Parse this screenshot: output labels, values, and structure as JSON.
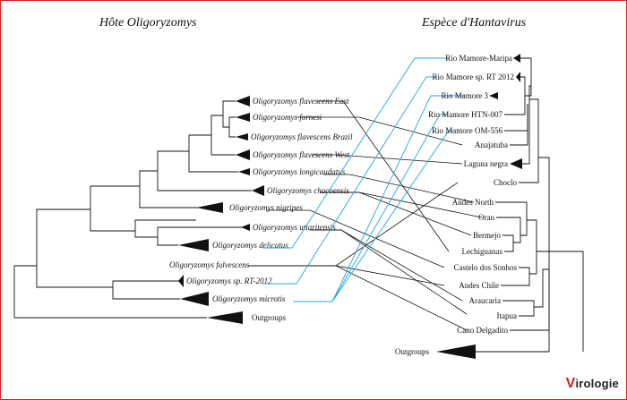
{
  "titles": {
    "host": "Hôte Oligoryzomys",
    "virus": "Espèce d'Hantavirus"
  },
  "host_tree": {
    "leaves": [
      "Oligoryzomys flavescens East",
      "Oligoryzomys fornesi",
      "Oligoryzomys flavescens Brazil",
      "Oligoryzomys flavescens West",
      "Oligoryzomys longicaudatus",
      "Oligoryzomys chacoensis",
      "Oligoryzomys nigripes",
      "Oligoryzomys utiaritensis",
      "Oligoryzomys delicatus",
      "Oligoryzomys fulvescens",
      "Oligoryzomys sp. RT-2012",
      "Oligoryzomys microtis"
    ],
    "outgroup": "Outgroups"
  },
  "virus_tree": {
    "leaves": [
      "Rio Mamore-Maripa",
      "Rio Mamore sp. RT 2012",
      "Rio Mamore 3",
      "Rio Mamore HTN-007",
      "Rio Mamore OM-556",
      "Anajatuba",
      "Laguna negra",
      "Choclo",
      "Andes North",
      "Oran",
      "Bermejo",
      "Lechiguanas",
      "Castelo dos Sonhos",
      "Andes Chile",
      "Araucaria",
      "Itapua",
      "Cano Delgadito"
    ],
    "outgroup": "Outgroups"
  },
  "associations": [
    {
      "host": "Oligoryzomys flavescens East",
      "virus": "Lechiguanas",
      "color": "#111111"
    },
    {
      "host": "Oligoryzomys fornesi",
      "virus": "Anajatuba",
      "color": "#111111"
    },
    {
      "host": "Oligoryzomys flavescens West",
      "virus": "Laguna negra",
      "color": "#111111"
    },
    {
      "host": "Oligoryzomys longicaudatus",
      "virus": "Andes North",
      "color": "#111111"
    },
    {
      "host": "Oligoryzomys chacoensis",
      "virus": "Oran",
      "color": "#111111"
    },
    {
      "host": "Oligoryzomys chacoensis",
      "virus": "Bermejo",
      "color": "#111111"
    },
    {
      "host": "Oligoryzomys nigripes",
      "virus": "Castelo dos Sonhos",
      "color": "#111111"
    },
    {
      "host": "Oligoryzomys utiaritensis",
      "virus": "Itapua",
      "color": "#111111"
    },
    {
      "host": "Oligoryzomys utiaritensis",
      "virus": "Araucaria",
      "color": "#111111"
    },
    {
      "host": "Oligoryzomys delicatus",
      "virus": "Rio Mamore-Maripa",
      "color": "#2aa6d8"
    },
    {
      "host": "Oligoryzomys fulvescens",
      "virus": "Choclo",
      "color": "#111111"
    },
    {
      "host": "Oligoryzomys fulvescens",
      "virus": "Cano Delgadito",
      "color": "#111111"
    },
    {
      "host": "Oligoryzomys fulvescens",
      "virus": "Andes Chile",
      "color": "#111111"
    },
    {
      "host": "Oligoryzomys sp. RT-2012",
      "virus": "Rio Mamore sp. RT 2012",
      "color": "#2aa6d8"
    },
    {
      "host": "Oligoryzomys microtis",
      "virus": "Rio Mamore 3",
      "color": "#2aa6d8"
    },
    {
      "host": "Oligoryzomys microtis",
      "virus": "Rio Mamore HTN-007",
      "color": "#2aa6d8"
    },
    {
      "host": "Oligoryzomys microtis",
      "virus": "Rio Mamore OM-556",
      "color": "#2aa6d8"
    }
  ],
  "logo": {
    "initial": "V",
    "rest": "irologie"
  },
  "colors": {
    "border": "#e02020",
    "association_black": "#111111",
    "association_blue": "#2aa6d8",
    "logo_accent": "#cc1f1f"
  }
}
